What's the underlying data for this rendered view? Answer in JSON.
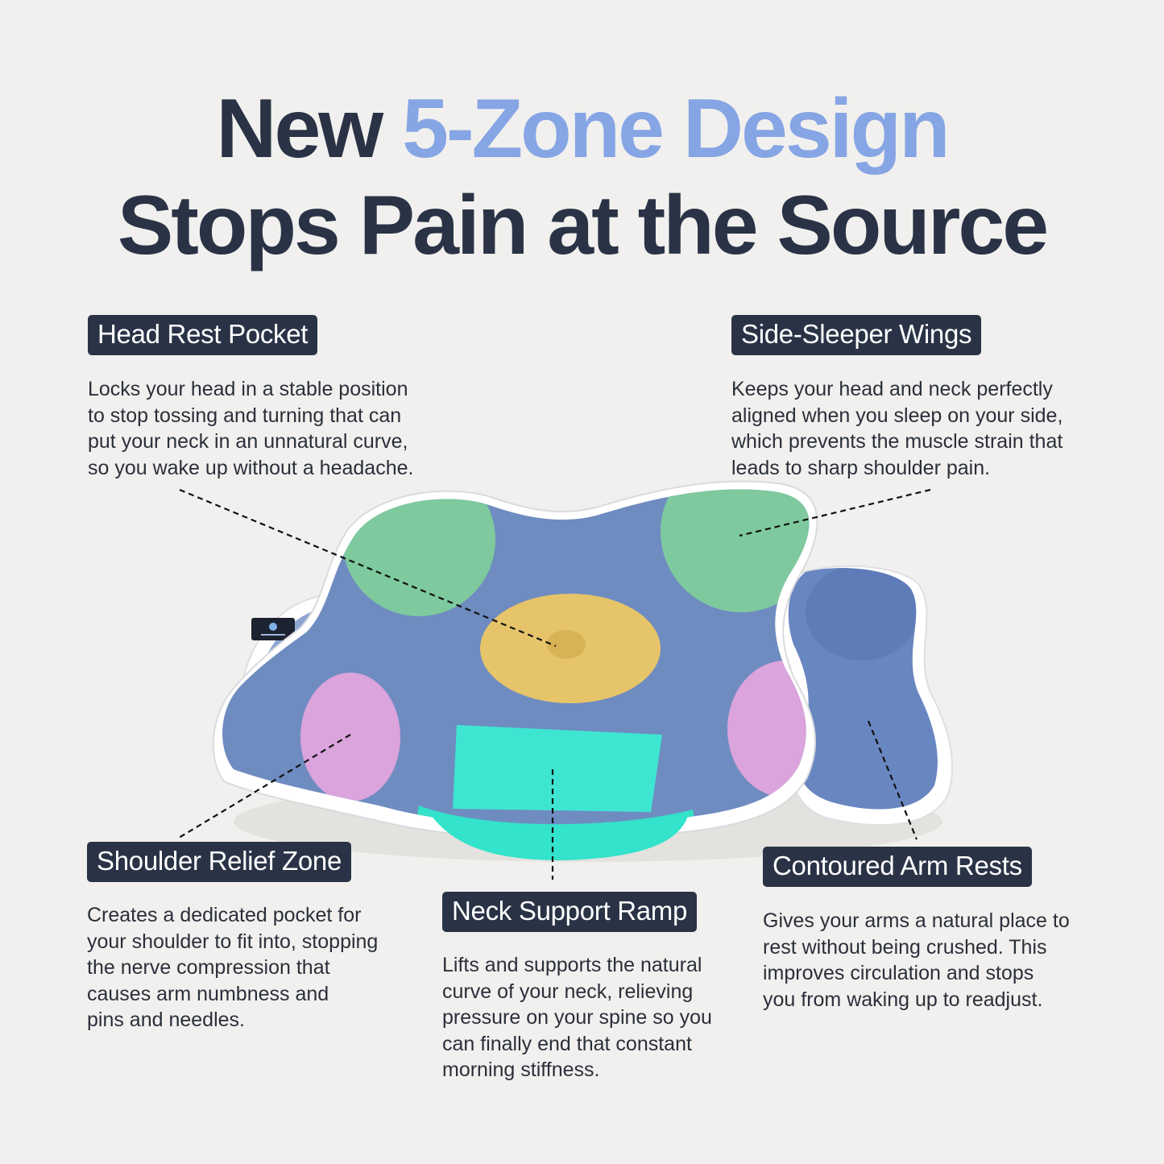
{
  "headline": {
    "line1_prefix": "New",
    "line1_accent": "5-Zone Design",
    "line2": "Stops Pain at the Source"
  },
  "colors": {
    "navy": "#2a3346",
    "accent_blue": "#86a5e4",
    "pillow_blue": "#6f8cc1",
    "zone_green": "#7ec99d",
    "zone_yellow": "#e6c46a",
    "zone_pink": "#dba4dc",
    "zone_teal": "#3ee6d2"
  },
  "features": {
    "head_rest": {
      "title": "Head Rest Pocket",
      "lines": [
        "Locks your head in a stable position",
        "to stop tossing and turning that can",
        "put your neck in an unnatural curve,",
        "so you wake up without a headache."
      ]
    },
    "side_wings": {
      "title": "Side-Sleeper Wings",
      "lines": [
        "Keeps your head and neck perfectly",
        "aligned when you sleep on your side,",
        "which prevents the muscle strain that",
        "leads to sharp shoulder pain."
      ]
    },
    "shoulder": {
      "title": "Shoulder Relief Zone",
      "lines": [
        "Creates a dedicated pocket for",
        "your shoulder to fit into, stopping",
        "the nerve compression that",
        "causes arm numbness and",
        "pins and needles."
      ]
    },
    "neck": {
      "title": "Neck Support Ramp",
      "lines": [
        "Lifts and supports the natural",
        "curve of your neck, relieving",
        "pressure on your spine so you",
        "can finally end that constant",
        "morning stiffness."
      ]
    },
    "arm_rests": {
      "title": "Contoured Arm Rests",
      "lines": [
        "Gives your arms a natural place to",
        "rest without being crushed. This",
        "improves circulation and stops",
        "you from waking up to readjust."
      ]
    }
  }
}
